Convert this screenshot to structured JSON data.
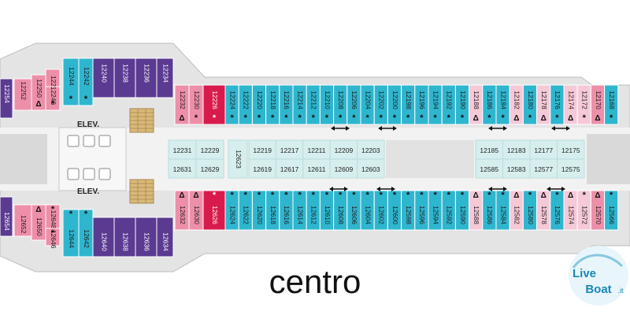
{
  "colors": {
    "hull": "#dcdcdc",
    "corridor": "#f3f3f3",
    "atrium": "#d7eeee",
    "teal": "#2fb6cf",
    "pink": "#ee8fa9",
    "lightpink": "#f6c9d7",
    "purple": "#5b3a91",
    "red": "#d81b4c",
    "stairs": "#d9b97b"
  },
  "elev_label": "ELEV.",
  "title": "centro",
  "watermark": {
    "line1": "Live",
    "line2": "Boat",
    "suffix": ".it"
  },
  "top_left_cabins": [
    "12254",
    "12252",
    "12250",
    "12248",
    "12246",
    "12244",
    "12242",
    "12240",
    "12238",
    "12236",
    "12234"
  ],
  "bottom_left_cabins": [
    "12654",
    "12652",
    "12650",
    "12648",
    "12646",
    "12644",
    "12642",
    "12640",
    "12638",
    "12636",
    "12634"
  ],
  "top_main_cabins": [
    "12232",
    "12230",
    "12226",
    "12224",
    "12222",
    "12220",
    "12218",
    "12216",
    "12214",
    "12212",
    "12210",
    "12208",
    "12206",
    "12204",
    "12202",
    "12200",
    "12198",
    "12196",
    "12194",
    "12192",
    "12190",
    "12188",
    "12186",
    "12184",
    "12182",
    "12180",
    "12178",
    "12176",
    "12174",
    "12172",
    "12170",
    "12168"
  ],
  "bottom_main_cabins": [
    "12632",
    "12630",
    "12626",
    "12624",
    "12622",
    "12620",
    "12618",
    "12616",
    "12614",
    "12612",
    "12610",
    "12608",
    "12606",
    "12604",
    "12602",
    "12600",
    "12598",
    "12596",
    "12594",
    "12592",
    "12590",
    "12588",
    "12586",
    "12584",
    "12582",
    "12580",
    "12578",
    "12576",
    "12574",
    "12572",
    "12570",
    "12566"
  ],
  "inner_left": [
    [
      "12231",
      "12229"
    ],
    [
      "12631",
      "12629"
    ]
  ],
  "inner_center": [
    [
      "12219",
      "12217",
      "12211",
      "12209",
      "12203"
    ],
    [
      "12619",
      "12617",
      "12611",
      "12609",
      "12603"
    ]
  ],
  "inner_right": [
    [
      "12185",
      "12183",
      "12177",
      "12175"
    ],
    [
      "12585",
      "12583",
      "12577",
      "12575"
    ]
  ],
  "inner_single": "12623"
}
